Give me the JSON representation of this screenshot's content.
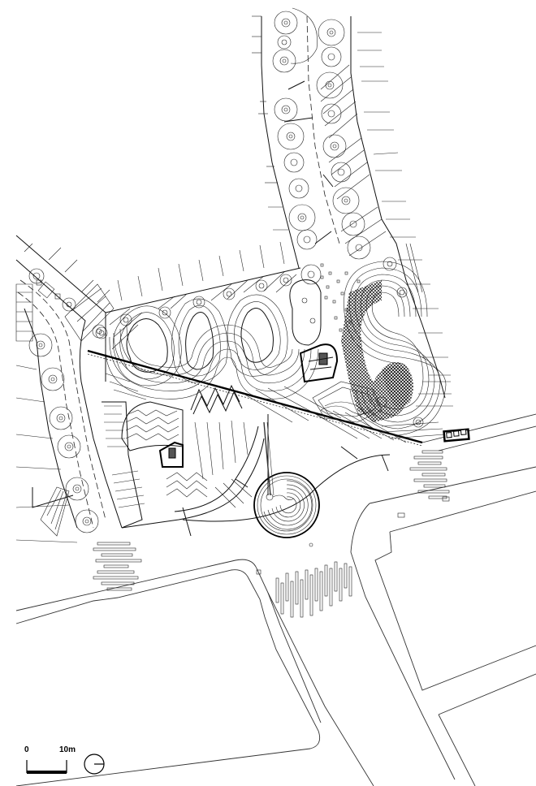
{
  "drawing": {
    "type": "landscape site plan",
    "style": "black line drawing on white",
    "colors": {
      "line": "#111111",
      "background": "#ffffff"
    }
  },
  "scale_bar": {
    "start_label": "0",
    "end_label": "10m"
  },
  "north_arrow": {
    "icon": "north-arrow-circle-icon"
  },
  "features": {
    "labyrinth_circle": "circular labyrinth plaza",
    "s_curve": "S-shaped spiral with crosshatched fill",
    "lobes": "teardrop seating lobes with concentric paving",
    "tree_rows": "street tree rows along boulevard",
    "crosswalks": "zebra crossings at intersections",
    "kiosk": "three-unit kiosk block"
  }
}
